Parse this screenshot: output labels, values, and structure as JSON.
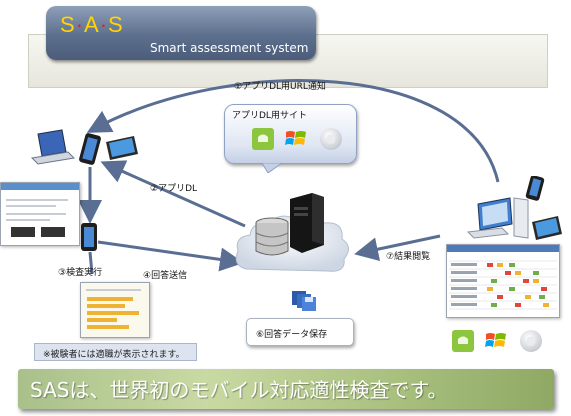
{
  "header": {
    "logo_parts": [
      "S",
      "·",
      "A",
      "·",
      "S"
    ],
    "subtitle": "Smart assessment system"
  },
  "labels": {
    "url_notify": "①アプリDL用URL通知",
    "app_dl": "②アプリDL",
    "run_test": "③検査実行",
    "send_answers": "④回答送信",
    "save_data": "⑥回答データ保存",
    "view_results": "⑦結果閲覧"
  },
  "app_site": {
    "title": "アプリDL用サイト",
    "icons": [
      "android-icon",
      "windows-icon",
      "apple-icon"
    ]
  },
  "note": "※被験者には適職が表示されます。",
  "tagline": "SASは、世界初のモバイル対応適性検査です。",
  "colors": {
    "logo_text": "#ffd400",
    "logo_dot": "#e02020",
    "arrow": "#5a6e93",
    "android": "#8cc63f",
    "bottom_bar": "#b2c78f"
  }
}
